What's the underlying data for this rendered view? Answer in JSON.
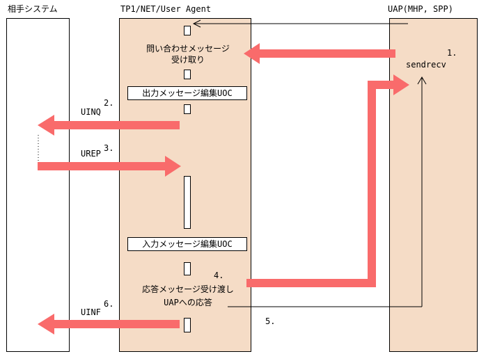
{
  "colors": {
    "lane_fill": "#f5dcc6",
    "arrow": "#f96b6b",
    "line": "#000000"
  },
  "headers": {
    "partner": "相手システム",
    "tp1": "TP1/NET/User Agent",
    "uap": "UAP(MHP, SPP)"
  },
  "labels": {
    "receive": [
      "問い合わせメッセージ",
      "受け取り"
    ],
    "output_uoc": "出力メッセージ編集UOC",
    "input_uoc": "入力メッセージ編集UOC",
    "deliver": [
      "応答メッセージ受け渡し",
      "UAPへの応答"
    ],
    "sendrecv": "sendrecv"
  },
  "messages": {
    "uinq": "UINQ",
    "urep": "UREP",
    "uinf": "UINF"
  },
  "steps": {
    "s1": "1.",
    "s2": "2.",
    "s3": "3.",
    "s4": "4.",
    "s5": "5.",
    "s6": "6."
  }
}
